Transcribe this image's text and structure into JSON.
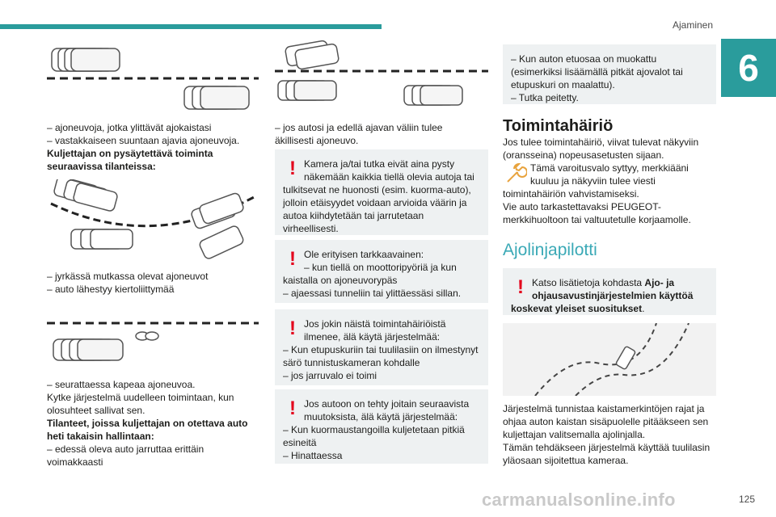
{
  "header": {
    "section_title": "Ajaminen",
    "chapter_number": "6"
  },
  "col1": {
    "text1": [
      "– ajoneuvoja, jotka ylittävät ajokaistasi",
      "– vastakkaiseen suuntaan ajavia ajoneuvoja."
    ],
    "bold1": [
      "Kuljettajan on pysäytettävä toiminta",
      "seuraavissa tilanteissa:"
    ],
    "text2": [
      "– jyrkässä mutkassa olevat ajoneuvot",
      "– auto lähestyy kiertoliittymää"
    ],
    "text3": [
      "– seurattaessa kapeaa ajoneuvoa.",
      "Kytke järjestelmä uudelleen toimintaan, kun",
      "olosuhteet sallivat sen."
    ],
    "bold2": [
      "Tilanteet, joissa kuljettajan on otettava auto",
      "heti takaisin hallintaan:"
    ],
    "text4": [
      "– edessä oleva auto jarruttaa erittäin",
      "voimakkaasti"
    ]
  },
  "col2": {
    "text1": [
      "– jos autosi ja edellä ajavan väliin tulee",
      "äkillisesti ajoneuvo."
    ],
    "warnings": [
      {
        "lines": [
          "Kamera ja/tai tutka eivät aina pysty",
          "näkemään kaikkia tiellä olevia autoja tai",
          "tulkitsevat ne huonosti (esim. kuorma-auto),",
          "jolloin etäisyydet voidaan arvioida väärin ja",
          "autoa kiihdytetään tai jarrutetaan",
          "virheellisesti."
        ]
      },
      {
        "lines": [
          "Ole erityisen tarkkaavainen:",
          "– kun tiellä on moottoripyöriä ja kun",
          "kaistalla on ajoneuvorypäs",
          "– ajaessasi tunneliin tai ylittäessäsi sillan."
        ]
      },
      {
        "lines": [
          "Jos jokin näistä toimintahäiriöistä",
          "ilmenee, älä käytä järjestelmää:",
          "– Kun etupuskuriin tai tuulilasiin on ilmestynyt",
          "särö tunnistuskameran kohdalle",
          "– jos jarruvalo ei toimi"
        ]
      },
      {
        "lines": [
          "Jos autoon on tehty joitain seuraavista",
          "muutoksista, älä käytä järjestelmää:",
          "– Kun kuormaustangoilla kuljetetaan pitkiä",
          "esineitä",
          "– Hinattaessa"
        ]
      }
    ]
  },
  "col3": {
    "topbox": [
      "– Kun auton etuosaa on muokattu",
      "(esimerkiksi lisäämällä pitkät ajovalot tai",
      "etupuskuri on maalattu).",
      "– Tutka peitetty."
    ],
    "heading1": "Toimintahäiriö",
    "para1": [
      "Jos tulee toimintahäiriö, viivat tulevat näkyviin",
      "(oransseina) nopeusasetusten sijaan."
    ],
    "para2": [
      "Tämä varoitusvalo syttyy, merkkiääni",
      "kuuluu ja näkyviin tulee viesti",
      "toimintahäiriön vahvistamiseksi.",
      "Vie auto tarkastettavaksi PEUGEOT-",
      "merkkihuoltoon tai valtuutetulle korjaamolle."
    ],
    "heading2": "Ajolinjapilotti",
    "warning": {
      "prefix": "Katso lisätietoja kohdasta ",
      "bold_a": "Ajo- ja",
      "bold_b": "ohjausavustinjärjestelmien käyttöä",
      "bold_c": "koskevat yleiset suositukset",
      "suffix": "."
    },
    "para3": [
      "Järjestelmä tunnistaa kaistamerkintöjen rajat ja",
      "ohjaa auton kaistan sisäpuolelle pitääkseen sen",
      "kuljettajan valitsemalla ajolinjalla.",
      "Tämän tehdäkseen järjestelmä käyttää tuulilasin",
      "yläosaan sijoitettua kameraa."
    ]
  },
  "footer": {
    "page_number": "125",
    "watermark": "carmanualsonline.info"
  },
  "colors": {
    "accent": "#2a9c9c",
    "warning": "#e3001b",
    "heading_light": "#3aa9b6",
    "box_bg": "#eef1f2"
  },
  "icons": [
    "exclamation-warning-icon",
    "wrench-warning-icon"
  ]
}
